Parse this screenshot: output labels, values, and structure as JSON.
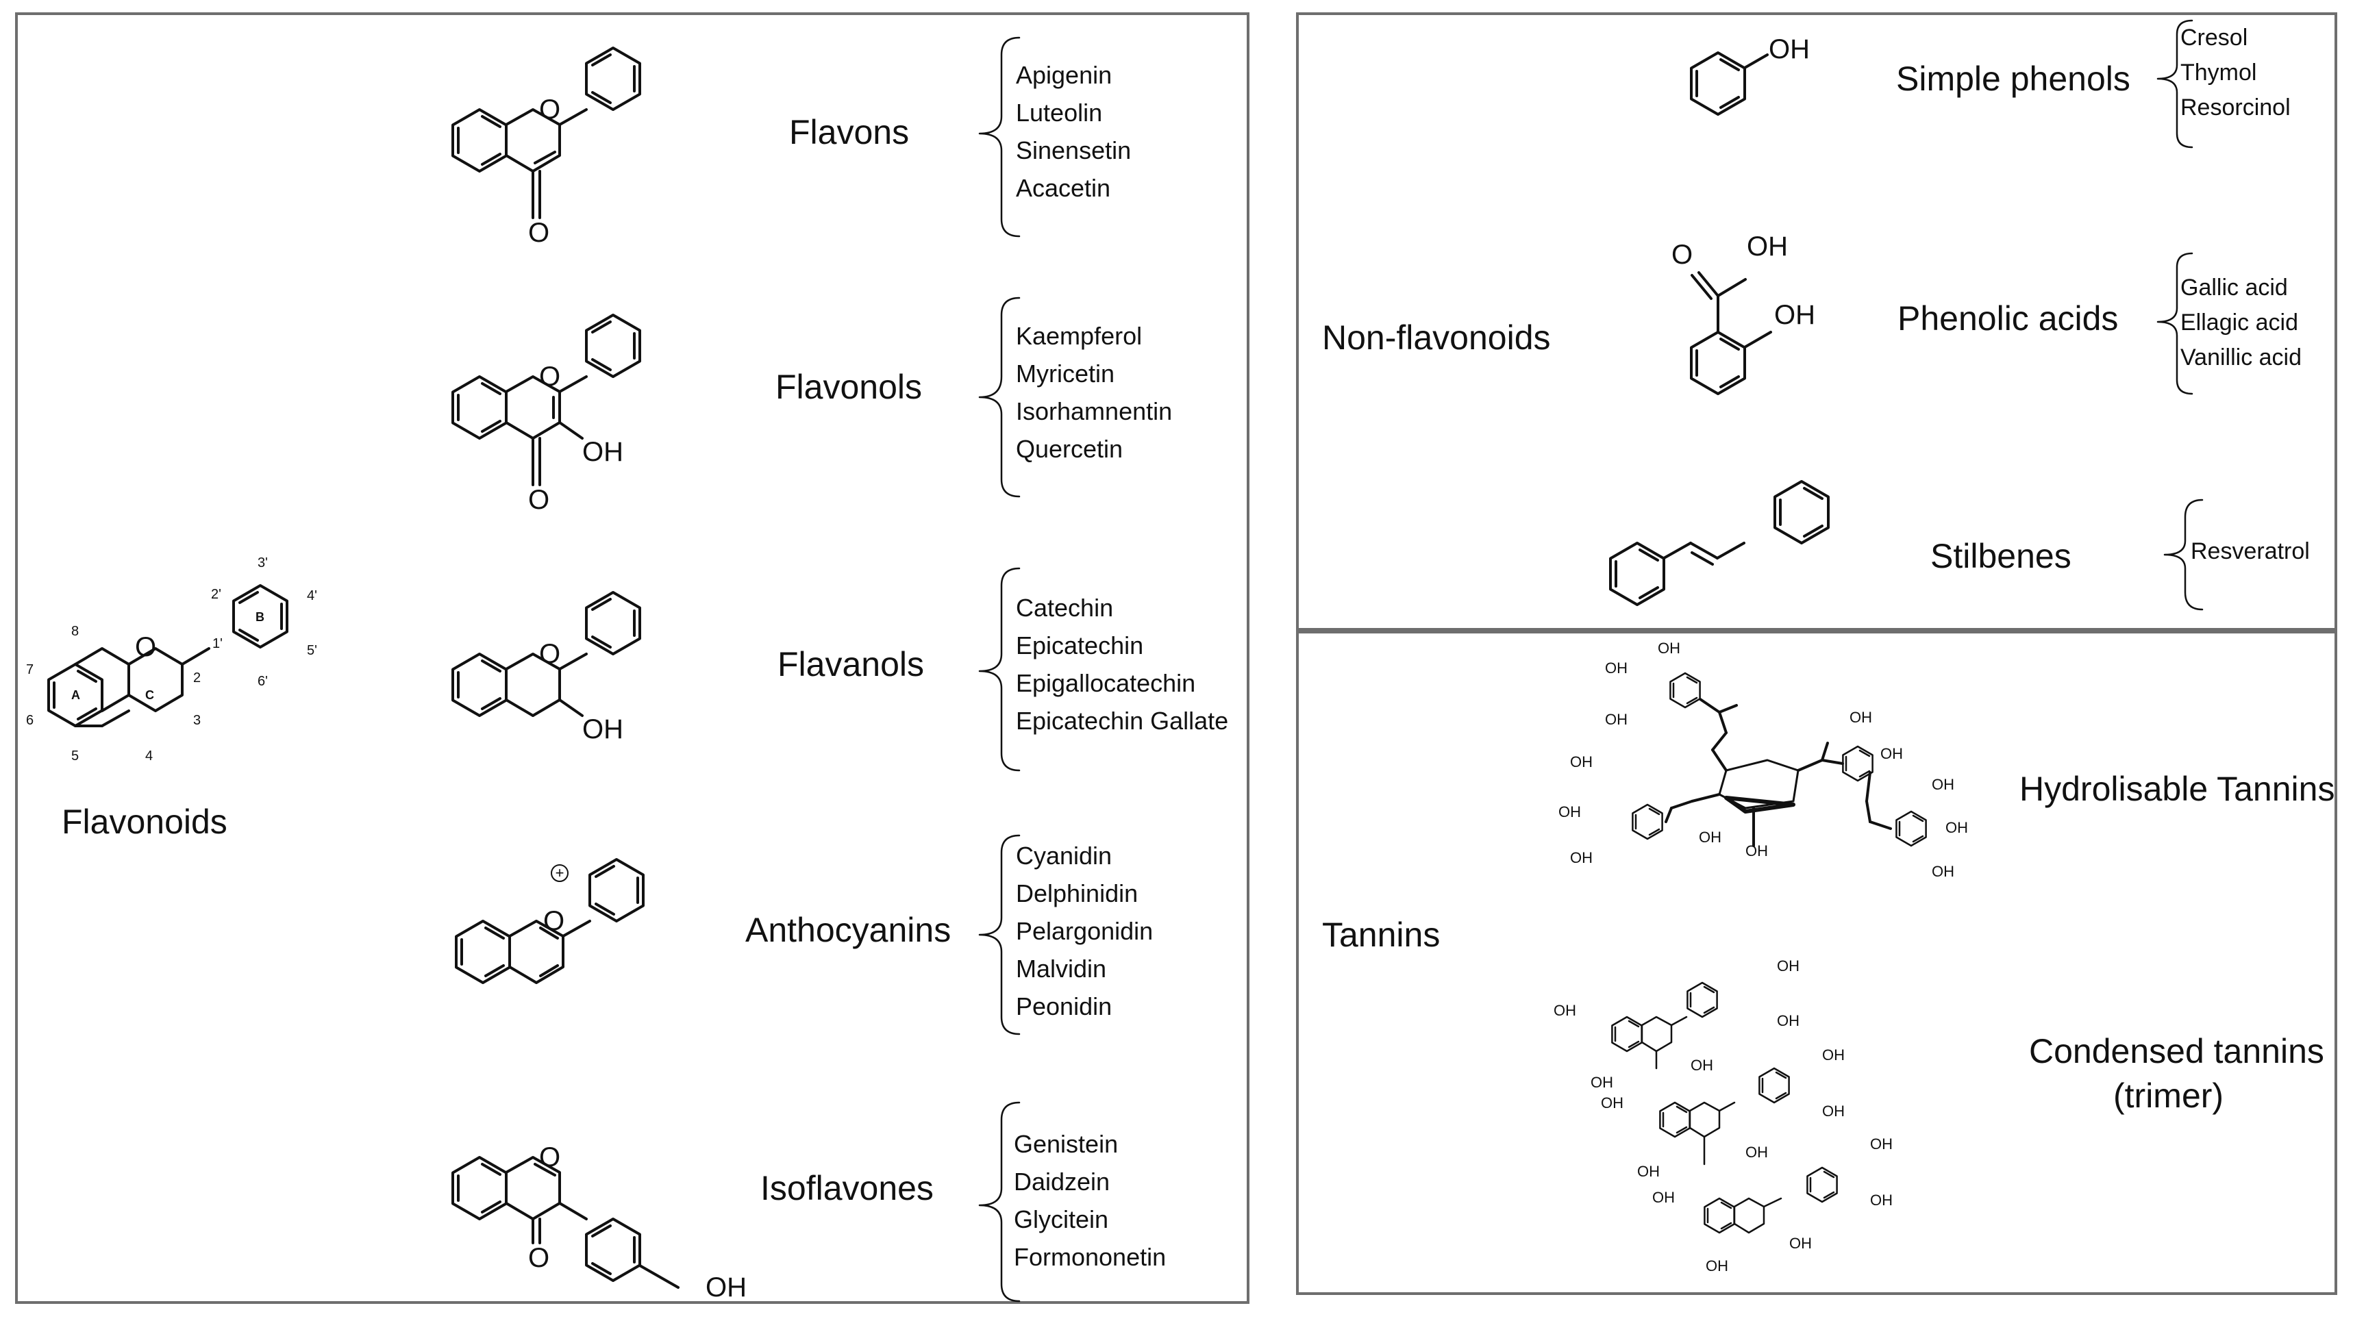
{
  "flavonoids": {
    "title": "Flavonoids",
    "numbering": [
      "8",
      "7",
      "6",
      "5",
      "4",
      "3",
      "2",
      "1'",
      "2'",
      "3'",
      "4'",
      "5'",
      "6'"
    ],
    "ring_labels": [
      "A",
      "C",
      "B"
    ],
    "subclasses": [
      {
        "name": "Flavons",
        "members": [
          "Apigenin",
          "Luteolin",
          "Sinensetin",
          "Acacetin"
        ]
      },
      {
        "name": "Flavonols",
        "members": [
          "Kaempferol",
          "Myricetin",
          "Isorhamnentin",
          "Quercetin"
        ]
      },
      {
        "name": "Flavanols",
        "members": [
          "Catechin",
          "Epicatechin",
          "Epigallocatechin",
          "Epicatechin Gallate"
        ]
      },
      {
        "name": "Anthocyanins",
        "members": [
          "Cyanidin",
          "Delphinidin",
          "Pelargonidin",
          "Malvidin",
          "Peonidin"
        ]
      },
      {
        "name": "Isoflavones",
        "members": [
          "Genistein",
          "Daidzein",
          "Glycitein",
          "Formononetin"
        ]
      }
    ]
  },
  "non_flavonoids": {
    "title": "Non-flavonoids",
    "subclasses": [
      {
        "name": "Simple phenols",
        "members": [
          "Cresol",
          "Thymol",
          "Resorcinol"
        ]
      },
      {
        "name": "Phenolic acids",
        "members": [
          "Gallic acid",
          "Ellagic acid",
          "Vanillic  acid"
        ]
      },
      {
        "name": "Stilbenes",
        "members": [
          "Resveratrol"
        ]
      }
    ]
  },
  "tannins": {
    "title": "Tannins",
    "subclasses": [
      {
        "name": "Hydrolisable Tannins"
      },
      {
        "name_line1": "Condensed tannins",
        "name_line2": "(trimer)"
      }
    ]
  },
  "atoms": {
    "oxygen": "O",
    "hydroxyl": "OH",
    "plus": "+"
  }
}
